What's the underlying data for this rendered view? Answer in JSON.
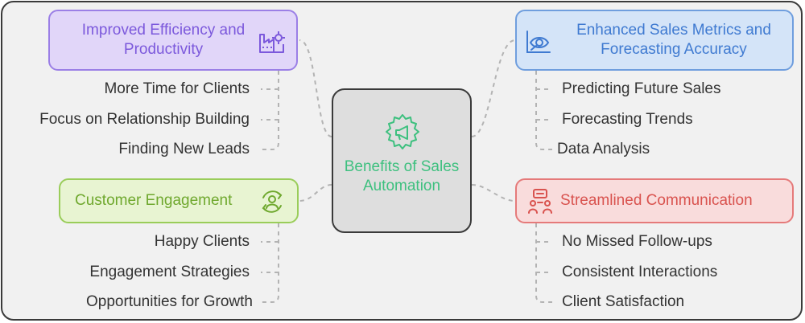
{
  "center": {
    "title": "Benefits of Sales Automation",
    "icon": "gear-megaphone-icon"
  },
  "branches": {
    "efficiency": {
      "title": "Improved Efficiency and Productivity",
      "icon": "factory-icon",
      "color": "#7c59dc",
      "items": [
        "More Time for Clients",
        "Focus on Relationship Building",
        "Finding New Leads"
      ]
    },
    "metrics": {
      "title": "Enhanced Sales Metrics and Forecasting Accuracy",
      "icon": "chart-eye-icon",
      "color": "#3f7ad1",
      "items": [
        "Predicting Future Sales",
        "Forecasting Trends",
        "Data Analysis"
      ]
    },
    "engagement": {
      "title": "Customer Engagement",
      "icon": "person-cycle-icon",
      "color": "#6fa82e",
      "items": [
        "Happy Clients",
        "Engagement Strategies",
        "Opportunities for Growth"
      ]
    },
    "communication": {
      "title": "Streamlined Communication",
      "icon": "people-talking-icon",
      "color": "#d9534f",
      "items": [
        "No Missed Follow-ups",
        "Consistent Interactions",
        "Client Satisfaction"
      ]
    }
  }
}
